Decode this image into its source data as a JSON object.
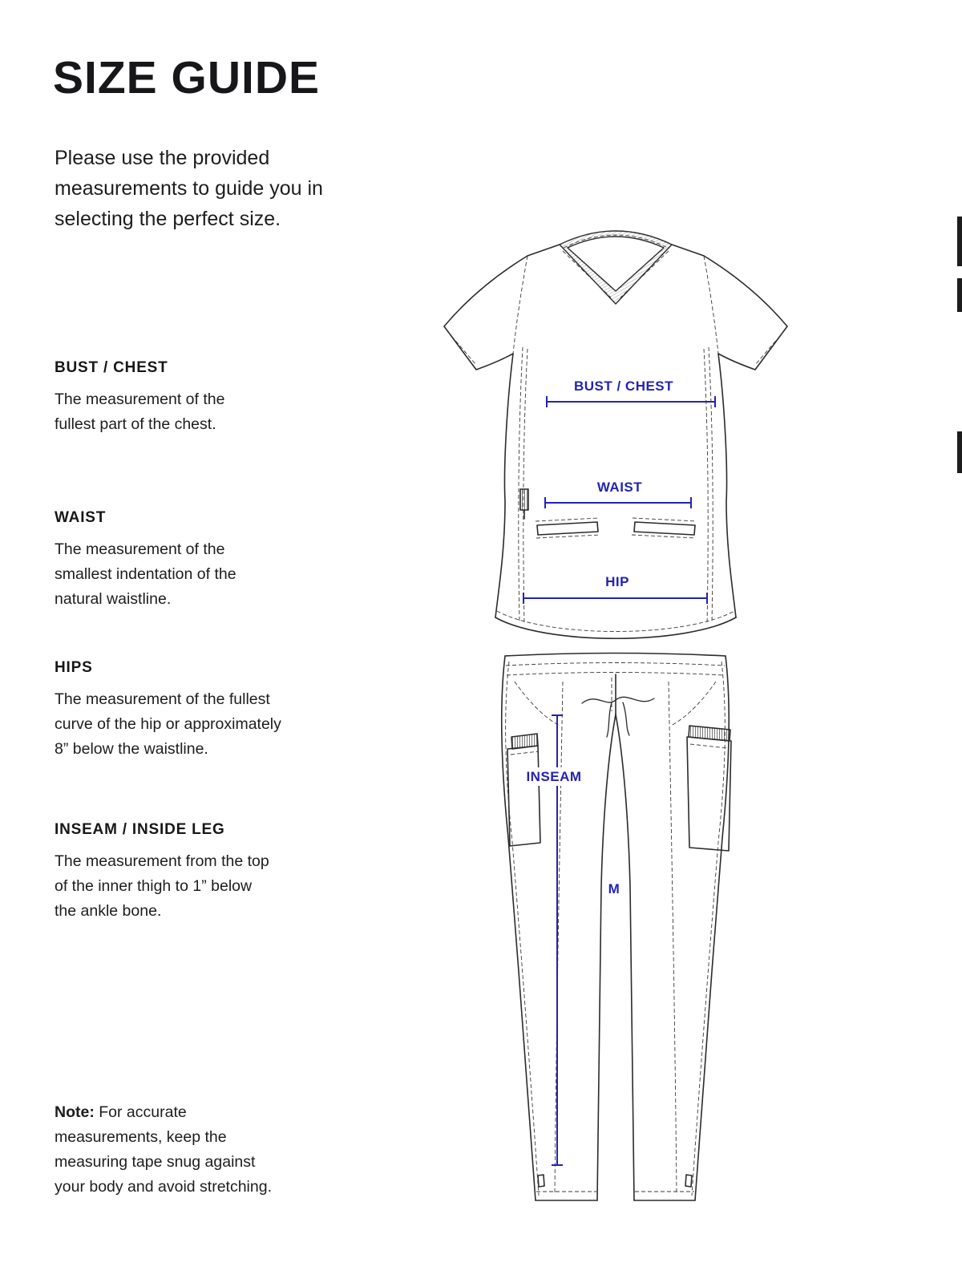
{
  "header": {
    "title": "SIZE GUIDE"
  },
  "intro": "Please use the provided\nmeasurements to guide you in\nselecting the perfect size.",
  "sections": [
    {
      "heading": "BUST / CHEST",
      "body": "The measurement of the\nfullest part of the chest."
    },
    {
      "heading": "WAIST",
      "body": "The measurement of the\nsmallest indentation of the\nnatural waistline."
    },
    {
      "heading": "HIPS",
      "body": "The measurement of the fullest\ncurve of the hip or approximately\n8” below the waistline."
    },
    {
      "heading": "INSEAM / INSIDE LEG",
      "body": "The measurement from the top\nof the inner thigh to 1” below\nthe ankle bone."
    }
  ],
  "note": {
    "label": "Note:",
    "text": "For accurate\nmeasurements, keep the\nmeasuring tape snug against\nyour body and avoid stretching."
  },
  "diagram": {
    "bust_label": "BUST / CHEST",
    "waist_label": "WAIST",
    "hip_label": "HIP",
    "inseam_label": "INSEAM",
    "size_label": "M",
    "accent_color": "#2323b4",
    "line_color": "#2b2b2e"
  }
}
